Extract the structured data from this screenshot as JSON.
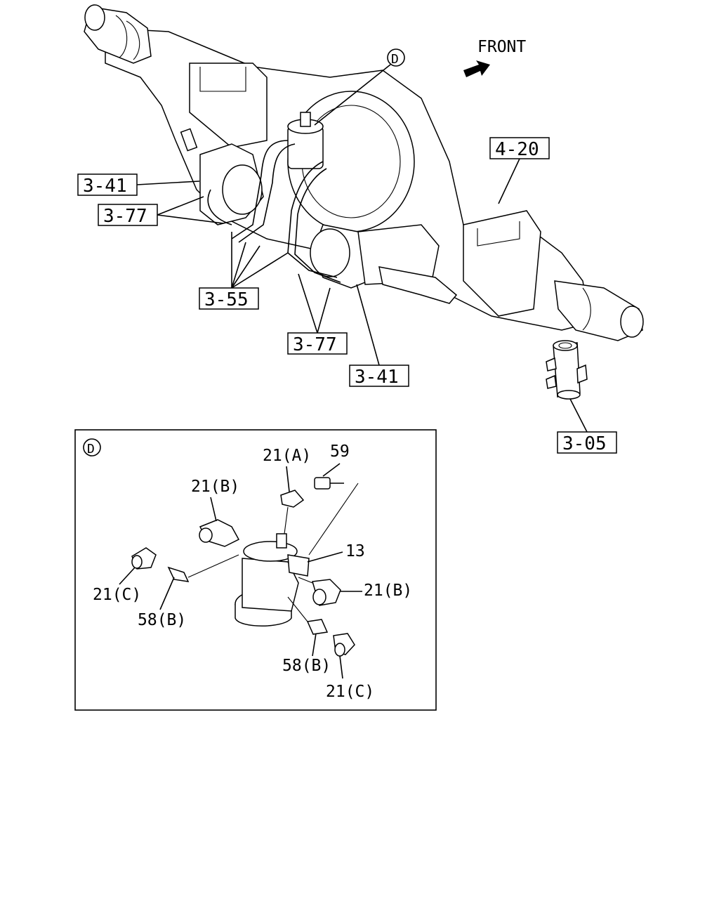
{
  "direction": {
    "text": "FRONT",
    "icon": "arrow-front-icon"
  },
  "view_marker": "D",
  "detail_marker": "D",
  "callouts": {
    "axle_housing": "4-20",
    "chamber_left": "3-41",
    "chamber_right": "3-41",
    "hose_left": "3-77",
    "hose_right": "3-77",
    "pipe": "3-55",
    "spare_part": "3-05"
  },
  "detail_callouts": {
    "fitting_a": "21(A)",
    "bolt": "59",
    "fitting_b_left": "21(B)",
    "valve": "13",
    "fitting_b_right": "21(B)",
    "fitting_c_left": "21(C)",
    "nipple_left": "58(B)",
    "nipple_bottom": "58(B)",
    "fitting_c_bottom": "21(C)"
  }
}
